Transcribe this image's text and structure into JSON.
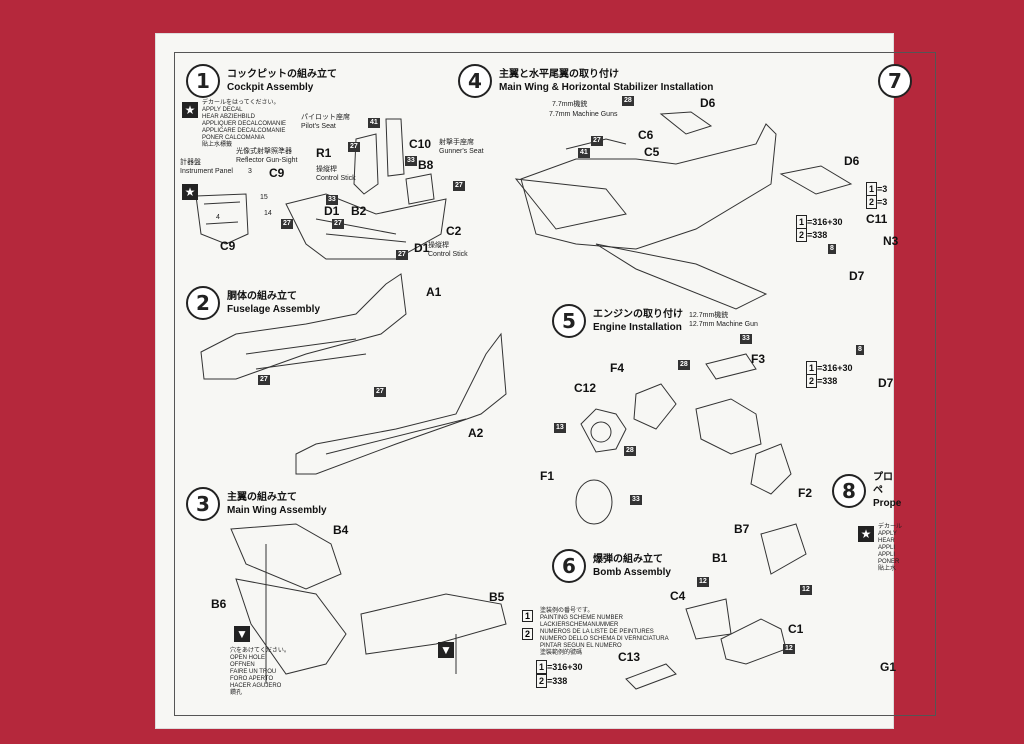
{
  "steps": {
    "s1": {
      "num": "1",
      "jp": "コックピットの組み立て",
      "en": "Cockpit Assembly"
    },
    "s2": {
      "num": "2",
      "jp": "胴体の組み立て",
      "en": "Fuselage Assembly"
    },
    "s3": {
      "num": "3",
      "jp": "主翼の組み立て",
      "en": "Main Wing Assembly"
    },
    "s4": {
      "num": "4",
      "jp": "主翼と水平尾翼の取り付け",
      "en": "Main Wing & Horizontal Stabilizer Installation"
    },
    "s5": {
      "num": "5",
      "jp": "エンジンの取り付け",
      "en": "Engine Installation"
    },
    "s6": {
      "num": "6",
      "jp": "爆弾の組み立て",
      "en": "Bomb Assembly"
    },
    "s7": {
      "num": "7"
    },
    "s8": {
      "num": "8",
      "jp": "プロペ",
      "en": "Prope"
    }
  },
  "decal_note": "デカールをはってください。\nAPPLY DECAL\nHEAR ABZIEHBILD\nAPPLIQUER DECALCOMANIE\nAPPLICARE DECALCOMANIE\nPONER CALCOMANIA\n貼上水標籤",
  "decal_note_right": "デカール\nAPPLY\nHEAR\nAPPLI\nAPPLI\nPONER\n貼上水",
  "hole_note": "穴をあけてください。\nOPEN HOLE\nOFFNEN\nFAIRE UN TROU\nFORO APERTO\nHACER AGUJERO\n鑽孔",
  "paint_note": "塗装例の番号です。\nPAINTING SCHEME NUMBER\nLACKIERSCHEMANUMMER\nNUMEROS DE LA LISTE DE PEINTURES\nNUMERO DELLO SCHEMA DI VERNICIATURA\nPINTAR SEGUN EL NUMERO\n塗裝範例的號碼",
  "paint_markers": {
    "one": "1",
    "two": "2"
  },
  "labels": {
    "pilot_seat_jp": "パイロット座席",
    "pilot_seat_en": "Pilot's Seat",
    "gunner_seat_jp": "射撃手座席",
    "gunner_seat_en": "Gunner's Seat",
    "gunsight_jp": "光像式射撃照準器",
    "gunsight_en": "Reflector Gun-Sight",
    "instr_jp": "計器盤",
    "instr_en": "Instrument Panel",
    "cs1_jp": "操縦桿",
    "cs1_en": "Control Stick",
    "cs2_jp": "操縦桿",
    "cs2_en": "Control Stick",
    "mg77_jp": "7.7mm機銃",
    "mg77_en": "7.7mm Machine Guns",
    "mg127_jp": "12.7mm機銃",
    "mg127_en": "12.7mm Machine Gun"
  },
  "parts": {
    "R1": "R1",
    "C9": "C9",
    "C9b": "C9",
    "C10": "C10",
    "B8": "B8",
    "D1": "D1",
    "D1b": "D1",
    "B2": "B2",
    "C2": "C2",
    "A1": "A1",
    "A2": "A2",
    "B4": "B4",
    "B5": "B5",
    "B6": "B6",
    "D6": "D6",
    "D6b": "D6",
    "C6": "C6",
    "C5": "C5",
    "C11": "C11",
    "N3": "N3",
    "D7": "D7",
    "D7b": "D7",
    "F1": "F1",
    "F2": "F2",
    "F3": "F3",
    "F4": "F4",
    "C12": "C12",
    "B7": "B7",
    "B1": "B1",
    "C4": "C4",
    "C1": "C1",
    "C13": "C13",
    "G1": "G1"
  },
  "paint_codes": {
    "c41": "41",
    "c27": "27",
    "c33": "33",
    "c28": "28",
    "c13": "13",
    "c12": "12",
    "c8": "8"
  },
  "decal_nums": {
    "n3": "3",
    "n4": "4",
    "n14": "14",
    "n15": "15"
  },
  "formula": {
    "one_eq": "=316+30",
    "two_eq": "=338",
    "trunc1": "=3",
    "trunc2": "=3"
  }
}
